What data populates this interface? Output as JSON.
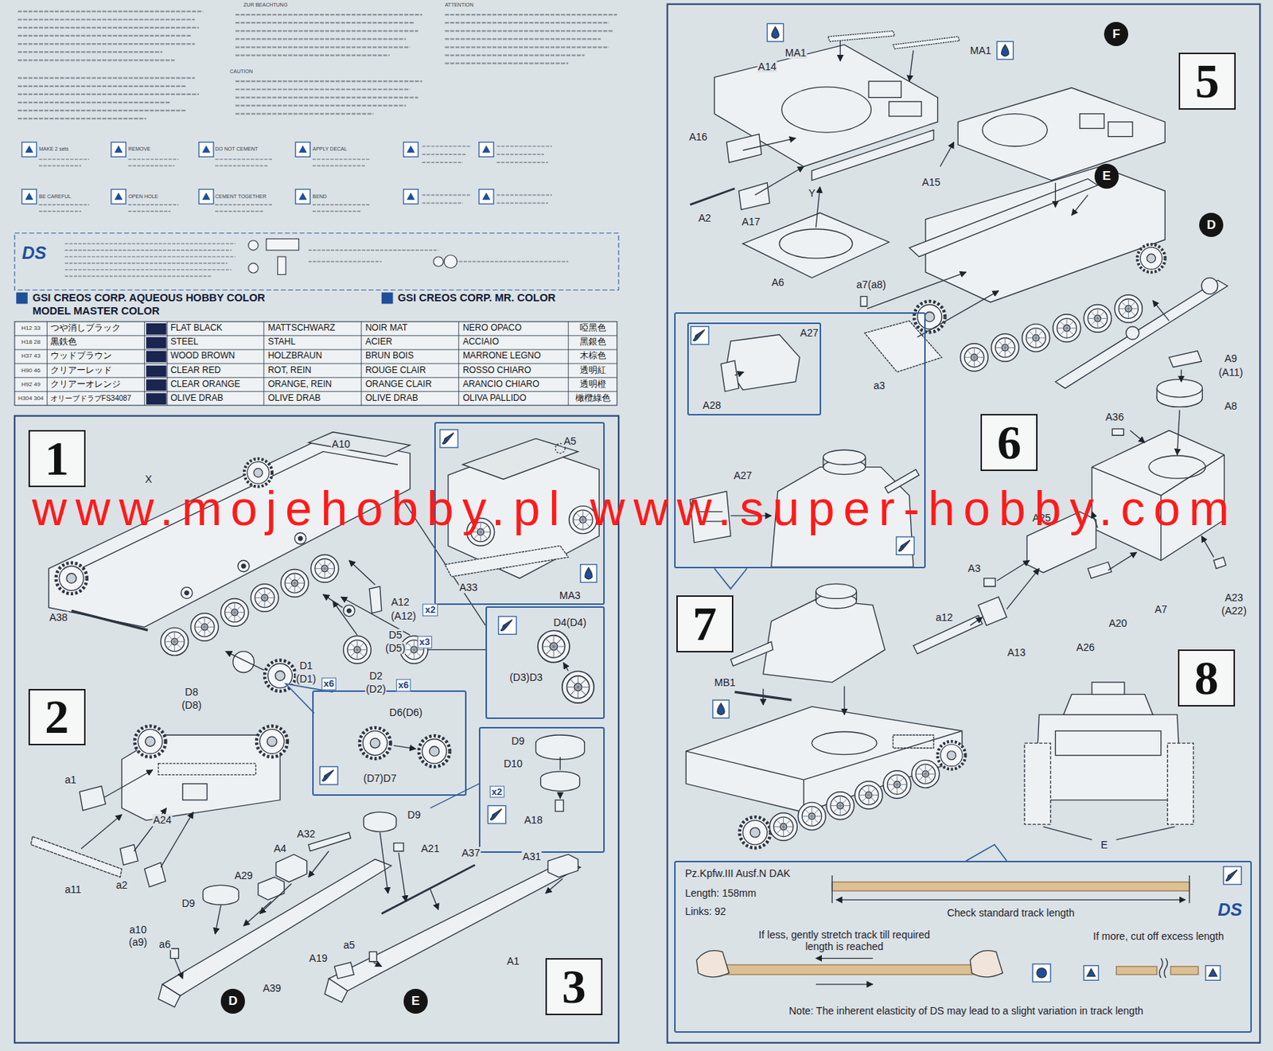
{
  "diagram": {
    "nodes": [
      {
        "text": [
          "1"
        ]
      },
      {
        "text": [
          "A5",
          "A33",
          "MA3"
        ]
      },
      {
        "text": [
          "D4(D4)",
          "(D3)D3"
        ]
      },
      {
        "text": [
          "2"
        ]
      },
      {
        "text": [
          "D6(D6)",
          "(D7)D7"
        ]
      },
      {
        "text": [
          "D9",
          "D10",
          "x2",
          "A18"
        ]
      },
      {
        "text": [
          "D"
        ]
      },
      {
        "text": [
          "E"
        ]
      },
      {
        "text": [
          "3"
        ]
      },
      {
        "text": [
          "5"
        ]
      },
      {
        "text": [
          "F"
        ]
      },
      {
        "text": [
          "E"
        ]
      },
      {
        "text": [
          "D"
        ]
      },
      {
        "text": [
          "A27"
        ]
      },
      {
        "text": [
          "A27",
          "A28"
        ],
        "in": 13
      },
      {
        "text": [
          "6"
        ]
      },
      {
        "text": [
          "7"
        ]
      },
      {
        "text": [
          "8"
        ]
      },
      {
        "text": [
          "Pz.Kpfw.III Ausf.N DAK",
          "Length: 158mm",
          "Links: 92",
          "Check standard track length",
          "If less, gently stretch track till required length is reached",
          "If more, cut off excess length",
          "DS",
          "Note: The inherent elasticity of DS may lead to a slight variation in track length"
        ]
      }
    ],
    "labels": [
      "ZUR BEACHTUNG",
      "ATTENTION",
      "CAUTION",
      "MAKE 2 sets",
      "REMOVE",
      "DO NOT CEMENT",
      "APPLY DECAL",
      "BE CAREFUL",
      "OPEN HOLE",
      "CEMENT TOGETHER",
      "BEND",
      "DS",
      "GSI CREOS CORP. AQUEOUS HOBBY COLOR",
      "GSI CREOS CORP. MR. COLOR",
      "MODEL MASTER COLOR",
      "H12 33",
      "つや消しブラック",
      "FLAT BLACK",
      "MATTSCHWARZ",
      "NOIR MAT",
      "NERO OPACO",
      "啞黑色",
      "H18 28",
      "黒鉄色",
      "STEEL",
      "STAHL",
      "ACIER",
      "ACCIAIO",
      "黑銀色",
      "H37 43",
      "ウッドブラウン",
      "WOOD BROWN",
      "HOLZBRAUN",
      "BRUN BOIS",
      "MARRONE LEGNO",
      "木棕色",
      "H90 46",
      "クリアーレッド",
      "CLEAR RED",
      "ROT, REIN",
      "ROUGE CLAIR",
      "ROSSO CHIARO",
      "透明紅",
      "H92 49",
      "クリアーオレンジ",
      "CLEAR ORANGE",
      "ORANGE, REIN",
      "ORANGE CLAIR",
      "ARANCIO CHIARO",
      "透明橙",
      "H304 304",
      "オリーブドラブFS34087",
      "OLIVE DRAB",
      "OLIVE DRAB",
      "OLIVE DRAB",
      "OLIVA PALLIDO",
      "橄欖綠色",
      "A10",
      "X",
      "A38",
      "A12",
      "(A12)",
      "x2",
      "D5",
      "(D5)",
      "x3",
      "D1",
      "(D1)",
      "x6",
      "D2",
      "(D2)",
      "x6",
      "D8",
      "(D8)",
      "a1",
      "A24",
      "a2",
      "a11",
      "a10",
      "(a9)",
      "A32",
      "A4",
      "A29",
      "D9",
      "a6",
      "A39",
      "A19",
      "a5",
      "D9",
      "A21",
      "A37",
      "A31",
      "A1",
      "MA1",
      "MA1",
      "A14",
      "A16",
      "A15",
      "A2",
      "A17",
      "Y",
      "A6",
      "a7(a8)",
      "a3",
      "A9",
      "(A11)",
      "A8",
      "A36",
      "A25",
      "A3",
      "a12",
      "A13",
      "A20",
      "A26",
      "A7",
      "A23",
      "(A22)",
      "MB1",
      "E",
      "www.mojehobby.pl www.super-hobby.com"
    ]
  }
}
